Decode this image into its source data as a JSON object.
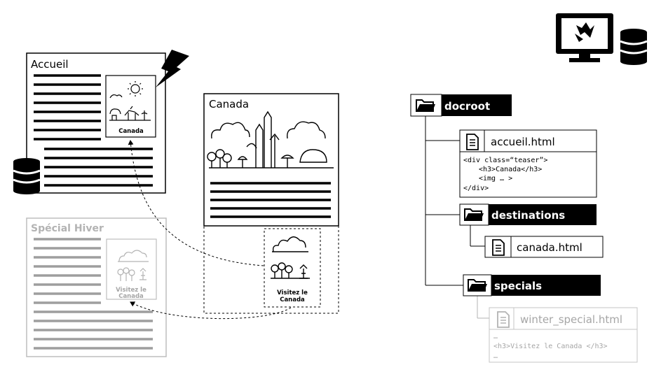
{
  "pages": {
    "accueil": {
      "title": "Accueil",
      "teaser_caption": "Canada"
    },
    "special": {
      "title": "Spécial Hiver",
      "teaser_caption_line1": "Visitez le",
      "teaser_caption_line2": "Canada"
    },
    "canada": {
      "title": "Canada",
      "teaser_caption_line1": "Visitez le",
      "teaser_caption_line2": "Canada"
    }
  },
  "tree": {
    "docroot": "docroot",
    "accueil_file": "accueil.html",
    "accueil_code": [
      "<div class=“teaser”>",
      "<h3>Canada</h3>",
      "<img … >",
      "</div>"
    ],
    "destinations": "destinations",
    "canada_file": "canada.html",
    "specials": "specials",
    "winter_file": "winter_special.html",
    "winter_code": [
      "…",
      "<h3>Visitez le Canada </h3>",
      "…"
    ]
  },
  "icons": {
    "lightning": "lightning-icon",
    "database": "database-icon",
    "monitor": "monitor-icon",
    "folder": "folder-icon",
    "file": "file-icon"
  },
  "colors": {
    "ink": "#000000",
    "faded": "#b3b3b3",
    "faded_text": "#9a9a9a"
  }
}
